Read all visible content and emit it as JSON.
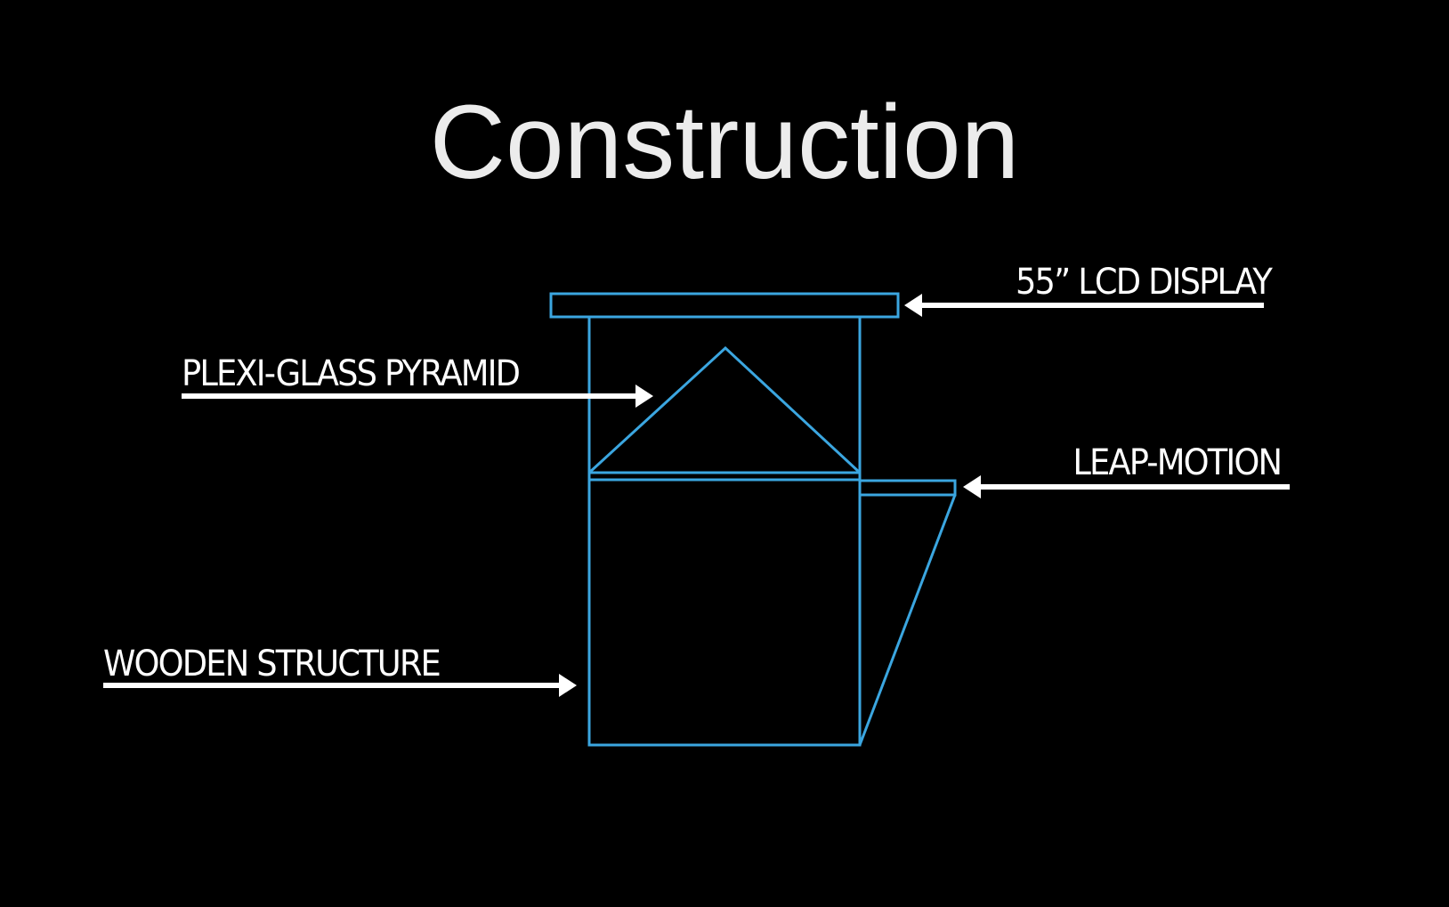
{
  "title": "Construction",
  "labels": {
    "lcd_display": "55” LCD DISPLAY",
    "pyramid": "PLEXI-GLASS PYRAMID",
    "leap_motion": "LEAP-MOTION",
    "wooden_structure": "WOODEN STRUCTURE"
  },
  "colors": {
    "background": "#000000",
    "structure_line": "#3ba6e0",
    "text": "#ffffff",
    "title": "#ececec"
  }
}
